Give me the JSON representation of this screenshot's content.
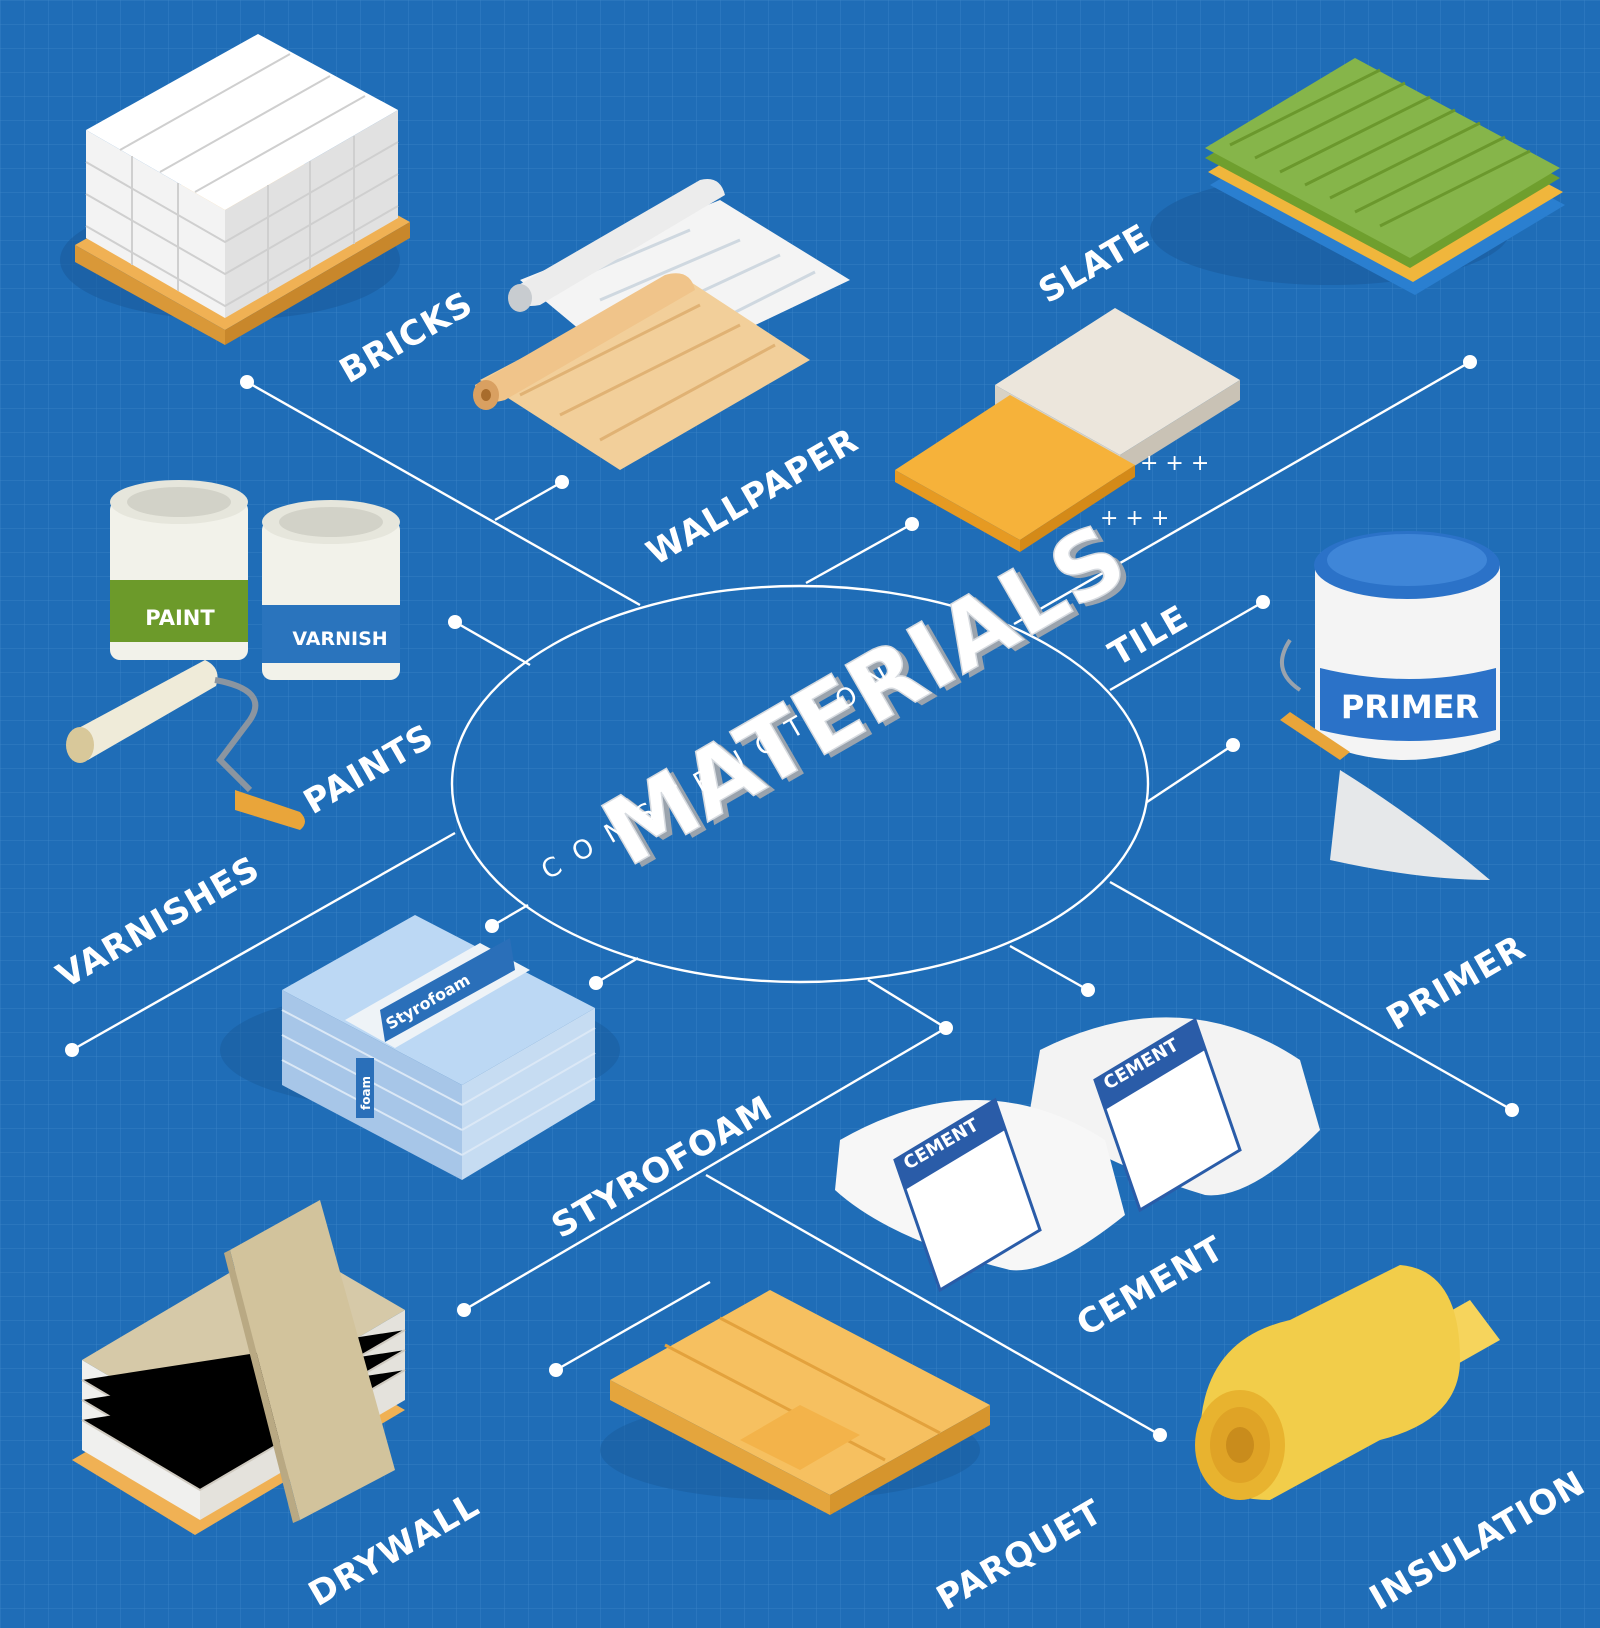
{
  "title": {
    "small": "CONSTRUCTION",
    "big": "MATERIALS"
  },
  "labels": {
    "bricks": "BRICKS",
    "wallpaper": "WALLPAPER",
    "slate": "SLATE",
    "tile": "TILE",
    "paints": "PAINTS",
    "varnishes": "VARNISHES",
    "primer": "PRIMER",
    "styrofoam": "STYROFOAM",
    "cement": "CEMENT",
    "drywall": "DRYWALL",
    "parquet": "PARQUET",
    "insulation": "INSULATION"
  },
  "packaging": {
    "paint_can": "PAINT",
    "varnish_can": "VARNISH",
    "primer_bucket": "PRIMER",
    "styrofoam_band": "Styrofoam",
    "styrofoam_side": "foam",
    "cement_bag_1": "CEMENT",
    "cement_bag_2": "CEMENT"
  },
  "colors": {
    "background": "#1f6db7",
    "grid": "#3b84c7",
    "lines": "#ffffff",
    "wood": "#f3b557",
    "paint_green": "#6c9a2a",
    "varnish_blue": "#2a74bd",
    "tile_orange": "#f5a52c",
    "slate_green": "#7fae3c",
    "insulation_yellow": "#f2cd4a",
    "primer_blue": "#2b72c8"
  }
}
